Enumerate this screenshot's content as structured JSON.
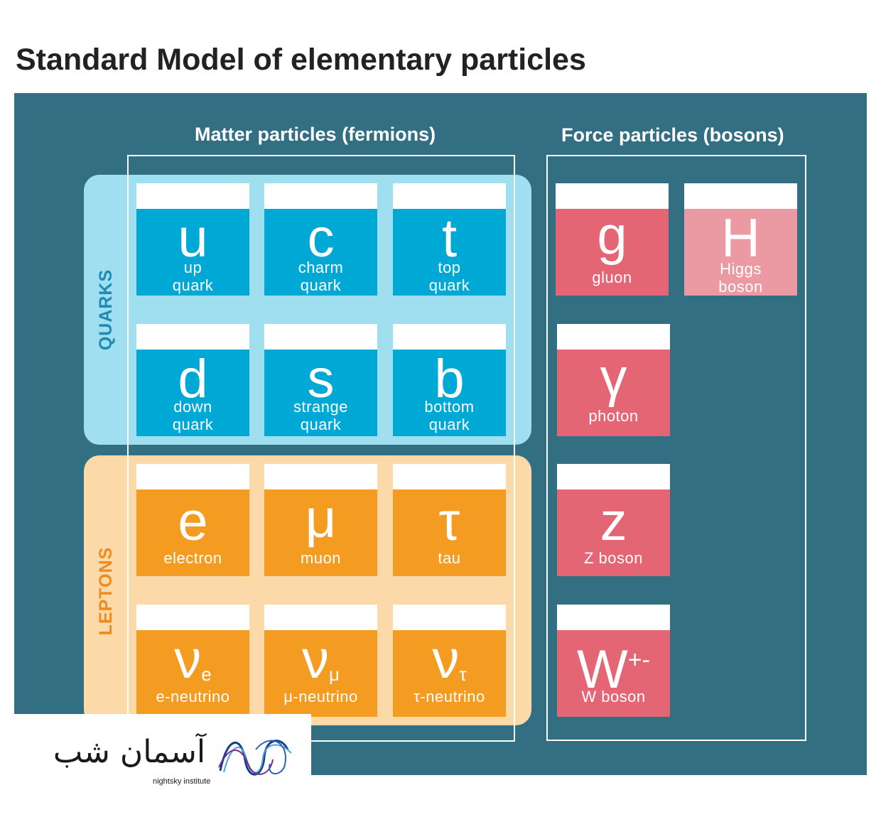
{
  "title": "Standard Model of elementary particles",
  "headings": {
    "matter": "Matter particles (fermions)",
    "force": "Force particles (bosons)"
  },
  "groups": {
    "quarks": "QUARKS",
    "leptons": "LEPTONS"
  },
  "colors": {
    "panel": "#336f82",
    "quark_tile": "#00a8d6",
    "quark_band": "#9fdff0",
    "lepton_tile": "#f49b22",
    "lepton_band": "#fbd9a8",
    "boson_tile": "#e46573",
    "higgs_tile": "#eb9aa3"
  },
  "quarks": [
    {
      "symbol": "u",
      "line1": "up",
      "line2": "quark"
    },
    {
      "symbol": "c",
      "line1": "charm",
      "line2": "quark"
    },
    {
      "symbol": "t",
      "line1": "top",
      "line2": "quark"
    },
    {
      "symbol": "d",
      "line1": "down",
      "line2": "quark"
    },
    {
      "symbol": "s",
      "line1": "strange",
      "line2": "quark"
    },
    {
      "symbol": "b",
      "line1": "bottom",
      "line2": "quark"
    }
  ],
  "leptons": [
    {
      "symbol": "e",
      "name": "electron"
    },
    {
      "symbol": "μ",
      "name": "muon"
    },
    {
      "symbol": "τ",
      "name": "tau"
    }
  ],
  "neutrinos": [
    {
      "symbol": "ν",
      "sub": "e",
      "name": "e-neutrino"
    },
    {
      "symbol": "ν",
      "sub": "μ",
      "name": "μ-neutrino"
    },
    {
      "symbol": "ν",
      "sub": "τ",
      "name": "τ-neutrino"
    }
  ],
  "bosons": {
    "gluon": {
      "symbol": "g",
      "name": "gluon"
    },
    "higgs": {
      "symbol": "H",
      "line1": "Higgs",
      "line2": "boson"
    },
    "photon": {
      "symbol": "γ",
      "name": "photon"
    },
    "z": {
      "symbol": "z",
      "name": "Z boson"
    },
    "w": {
      "symbol": "W",
      "sup": "+-",
      "name": "W boson"
    }
  },
  "logo": {
    "text": "آسمان شب",
    "subtitle": "nightsky institute"
  }
}
